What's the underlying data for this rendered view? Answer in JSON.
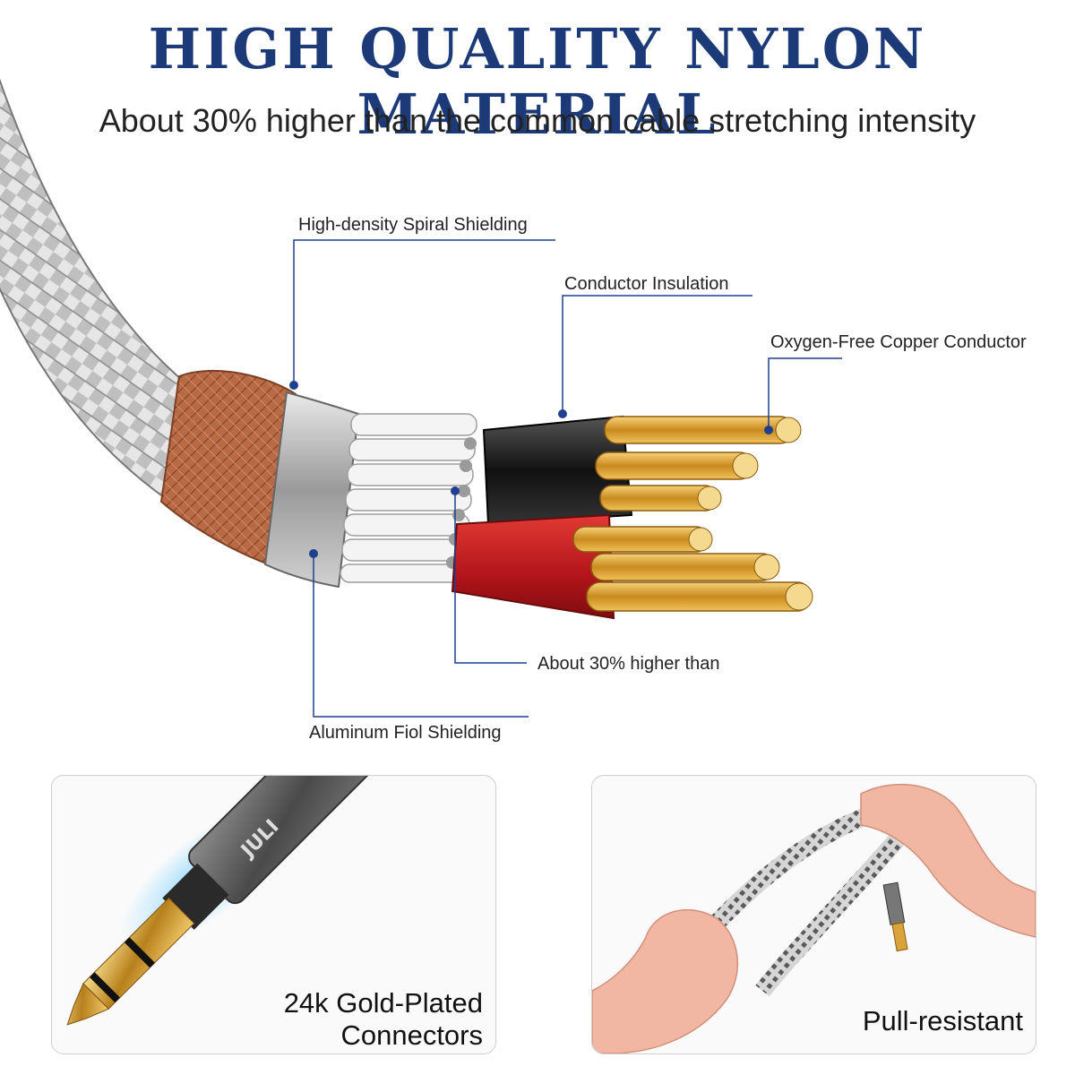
{
  "headline": "HIGH QUALITY NYLON MATERIAL",
  "subheadline": "About 30% higher than the common cable stretching intensity",
  "callouts": {
    "spiral_shielding": "High-density Spiral Shielding",
    "conductor_insulation": "Conductor Insulation",
    "copper_conductor": "Oxygen-Free Copper Conductor",
    "about_30": "About 30% higher than",
    "aluminum_shielding": "Aluminum Fiol Shielding"
  },
  "panels": {
    "left": {
      "caption_line1": "24k Gold-Plated",
      "caption_line2": "Connectors",
      "brand_mark": "JULI"
    },
    "right": {
      "caption": "Pull-resistant"
    }
  },
  "colors": {
    "headline": "#1c3a78",
    "leader_line": "#1f3f8f",
    "gold": "#d9a53a",
    "copper": "#b86a45",
    "red_insulation": "#c0161b"
  }
}
